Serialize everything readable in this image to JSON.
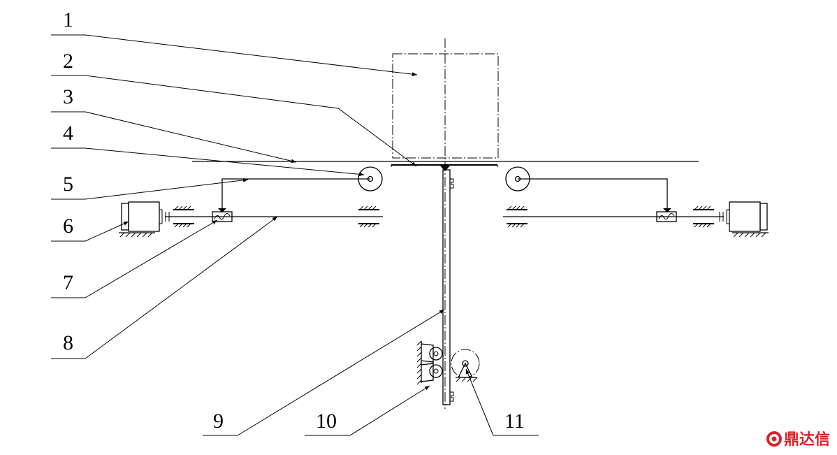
{
  "labels": [
    "1",
    "2",
    "3",
    "4",
    "5",
    "6",
    "7",
    "8",
    "9",
    "10",
    "11"
  ],
  "watermark": "鼎达信",
  "colors": {
    "line": "#000000",
    "watermark": "#d9232a",
    "background": "#ffffff"
  }
}
